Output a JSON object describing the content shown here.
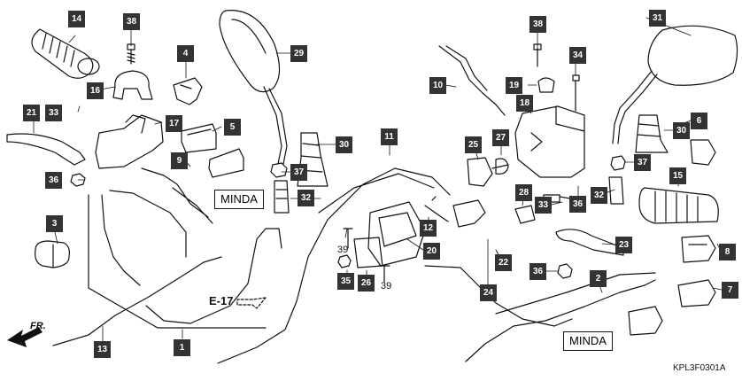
{
  "diagram_code": "KPL3F0301A",
  "front_label": "FR.",
  "ref_label": "E-17",
  "minda_label": "MINDA",
  "callouts": [
    "14",
    "38",
    "4",
    "29",
    "16",
    "33",
    "21",
    "17",
    "5",
    "9",
    "36",
    "3",
    "13",
    "1",
    "31",
    "38",
    "34",
    "10",
    "19",
    "18",
    "6",
    "30",
    "11",
    "25",
    "27",
    "37",
    "30",
    "37",
    "32",
    "15",
    "28",
    "33",
    "36",
    "32",
    "8",
    "20",
    "12",
    "39",
    "35",
    "26",
    "39",
    "22",
    "23",
    "2",
    "24",
    "36",
    "7"
  ],
  "plain_numbers": [
    "39",
    "39"
  ],
  "colors": {
    "badge": "#333333",
    "line": "#111111",
    "background": "#ffffff"
  }
}
